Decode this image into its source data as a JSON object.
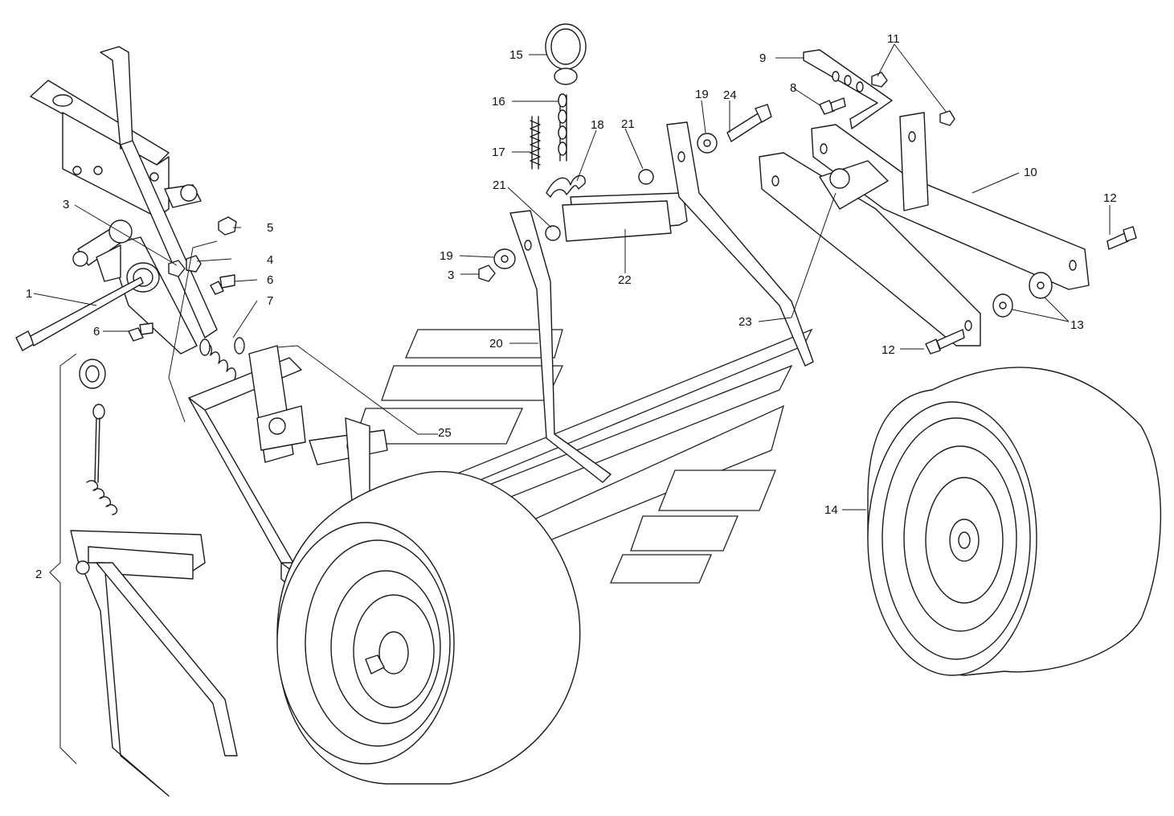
{
  "diagram": {
    "callouts": {
      "c1": "1",
      "c2": "2",
      "c3a": "3",
      "c3b": "3",
      "c4": "4",
      "c5": "5",
      "c6a": "6",
      "c6b": "6",
      "c7": "7",
      "c8": "8",
      "c9": "9",
      "c10": "10",
      "c11": "11",
      "c12a": "12",
      "c12b": "12",
      "c13": "13",
      "c14": "14",
      "c15": "15",
      "c16": "16",
      "c17": "17",
      "c18": "18",
      "c19a": "19",
      "c19b": "19",
      "c20": "20",
      "c21a": "21",
      "c21b": "21",
      "c22": "22",
      "c23": "23",
      "c24": "24",
      "c25": "25"
    }
  }
}
